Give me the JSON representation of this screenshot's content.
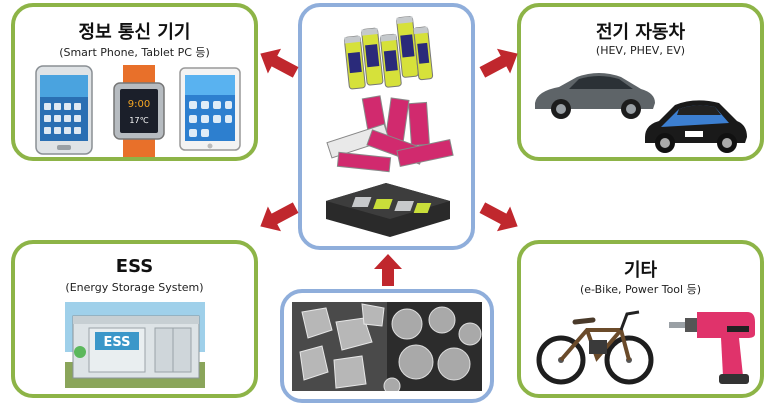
{
  "info_comm": {
    "title": "정보 통신 기기",
    "subtitle": "(Smart Phone, Tablet PC 등)",
    "watch_time": "9:00",
    "watch_temp": "17℃"
  },
  "ev": {
    "title": "전기 자동차",
    "subtitle": "(HEV, PHEV, EV)"
  },
  "ess": {
    "title": "ESS",
    "subtitle": "(Energy Storage System)",
    "container_label": "ESS"
  },
  "other": {
    "title": "기타",
    "subtitle": "(e-Bike, Power Tool 등)"
  },
  "colors": {
    "green_border": "#8db447",
    "blue_border": "#8faedb",
    "arrow": "#c0272d"
  }
}
